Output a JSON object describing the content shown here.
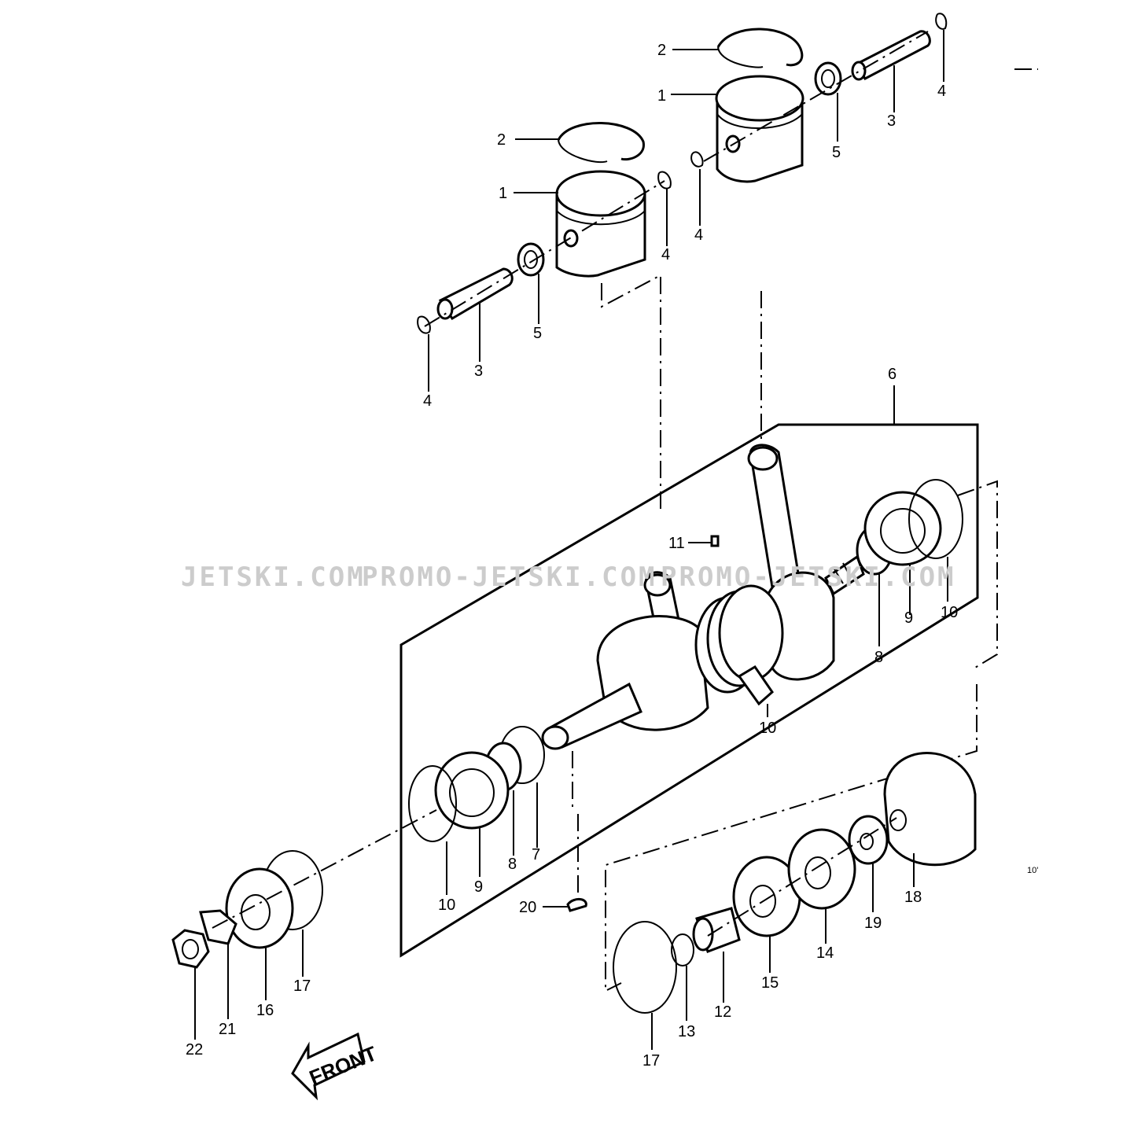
{
  "watermarks": [
    "JETSKI.COM",
    "PROMO-JETSKI.COM",
    "PROMO-JETSKI.COM"
  ],
  "front_label": "FRONT",
  "corner_code": "10'",
  "callouts": {
    "c1a": "1",
    "c1b": "1",
    "c2a": "2",
    "c2b": "2",
    "c3a": "3",
    "c3b": "3",
    "c4a": "4",
    "c4b": "4",
    "c4c": "4",
    "c4d": "4",
    "c5a": "5",
    "c5b": "5",
    "c6": "6",
    "c7": "7",
    "c8a": "8",
    "c8b": "8",
    "c9a": "9",
    "c9b": "9",
    "c10a": "10",
    "c10b": "10",
    "c10c": "10",
    "c11": "11",
    "c12": "12",
    "c13": "13",
    "c14": "14",
    "c15": "15",
    "c16": "16",
    "c17a": "17",
    "c17b": "17",
    "c18": "18",
    "c19": "19",
    "c20": "20",
    "c21": "21",
    "c22": "22"
  }
}
